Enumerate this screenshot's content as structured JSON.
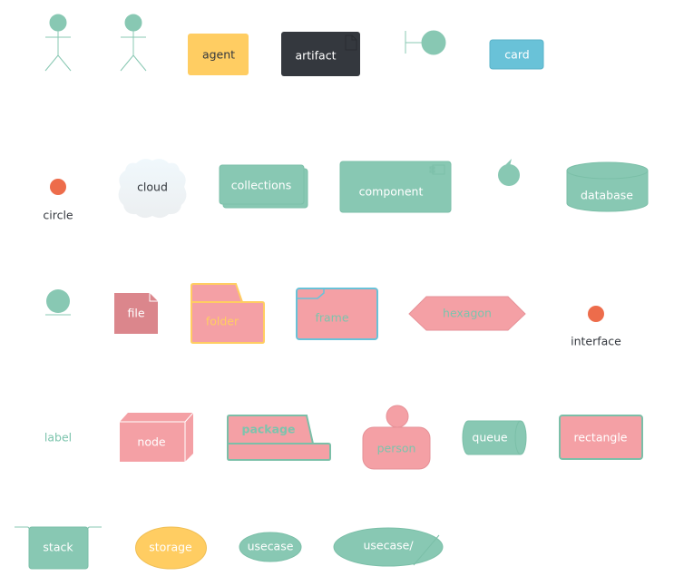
{
  "colors": {
    "green": "#88c8b3",
    "green_stroke": "#7bbfa8",
    "pink": "#f4a0a5",
    "pink_dark": "#db868c",
    "orange": "#ed6c4b",
    "yellow": "#ffcd62",
    "dark": "#34383e",
    "blue": "#69c2d8"
  },
  "elements": {
    "agent": "agent",
    "artifact": "artifact",
    "card": "card",
    "circle": "circle",
    "cloud": "cloud",
    "collections": "collections",
    "component": "component",
    "database": "database",
    "file": "file",
    "folder": "folder",
    "frame": "frame",
    "hexagon": "hexagon",
    "interface": "interface",
    "label": "label",
    "node": "node",
    "package": "package",
    "person": "person",
    "queue": "queue",
    "rectangle": "rectangle",
    "stack": "stack",
    "storage": "storage",
    "usecase": "usecase",
    "usecase_slash": "usecase/"
  }
}
